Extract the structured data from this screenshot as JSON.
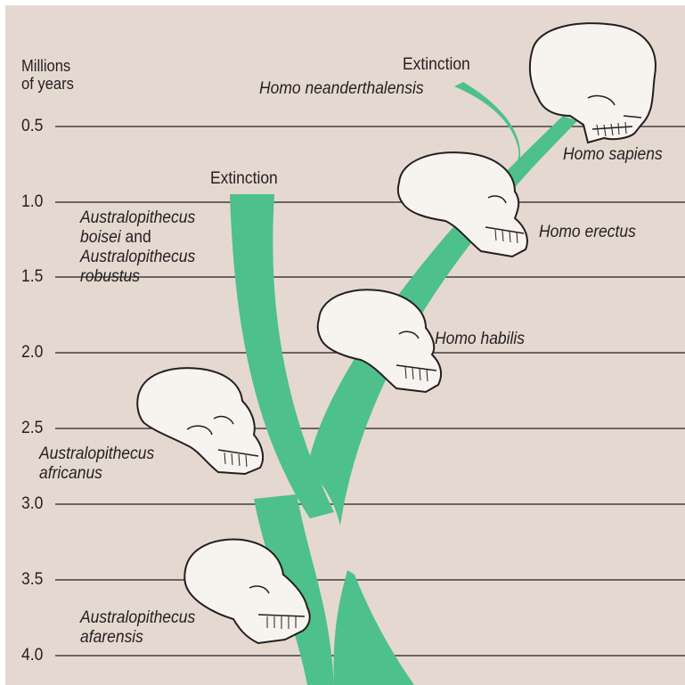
{
  "colors": {
    "background": "#e5d8d1",
    "branch": "#4ec08c",
    "line": "#231f20",
    "skull_fill": "#f7f3ee"
  },
  "axis": {
    "title_line1": "Millions",
    "title_line2": "of years",
    "ticks": [
      "0.5",
      "1.0",
      "1.5",
      "2.0",
      "2.5",
      "3.0",
      "3.5",
      "4.0"
    ]
  },
  "extinction_labels": {
    "homo": "Extinction",
    "robust": "Extinction"
  },
  "species": {
    "neanderthalensis": "Homo neanderthalensis",
    "sapiens": "Homo sapiens",
    "erectus": "Homo erectus",
    "habilis": "Homo habilis",
    "robust_line1": "Australopithecus",
    "robust_line2": "boisei",
    "robust_and": " and",
    "robust_line3": "Australopithecus",
    "robust_line4": "robustus",
    "africanus_line1": "Australopithecus",
    "africanus_line2": "africanus",
    "afarensis_line1": "Australopithecus",
    "afarensis_line2": "afarensis"
  },
  "icons": {
    "skulls": [
      "homo-sapiens-skull-icon",
      "homo-erectus-skull-icon",
      "homo-habilis-skull-icon",
      "australopithecus-africanus-skull-icon",
      "australopithecus-afarensis-skull-icon"
    ]
  }
}
